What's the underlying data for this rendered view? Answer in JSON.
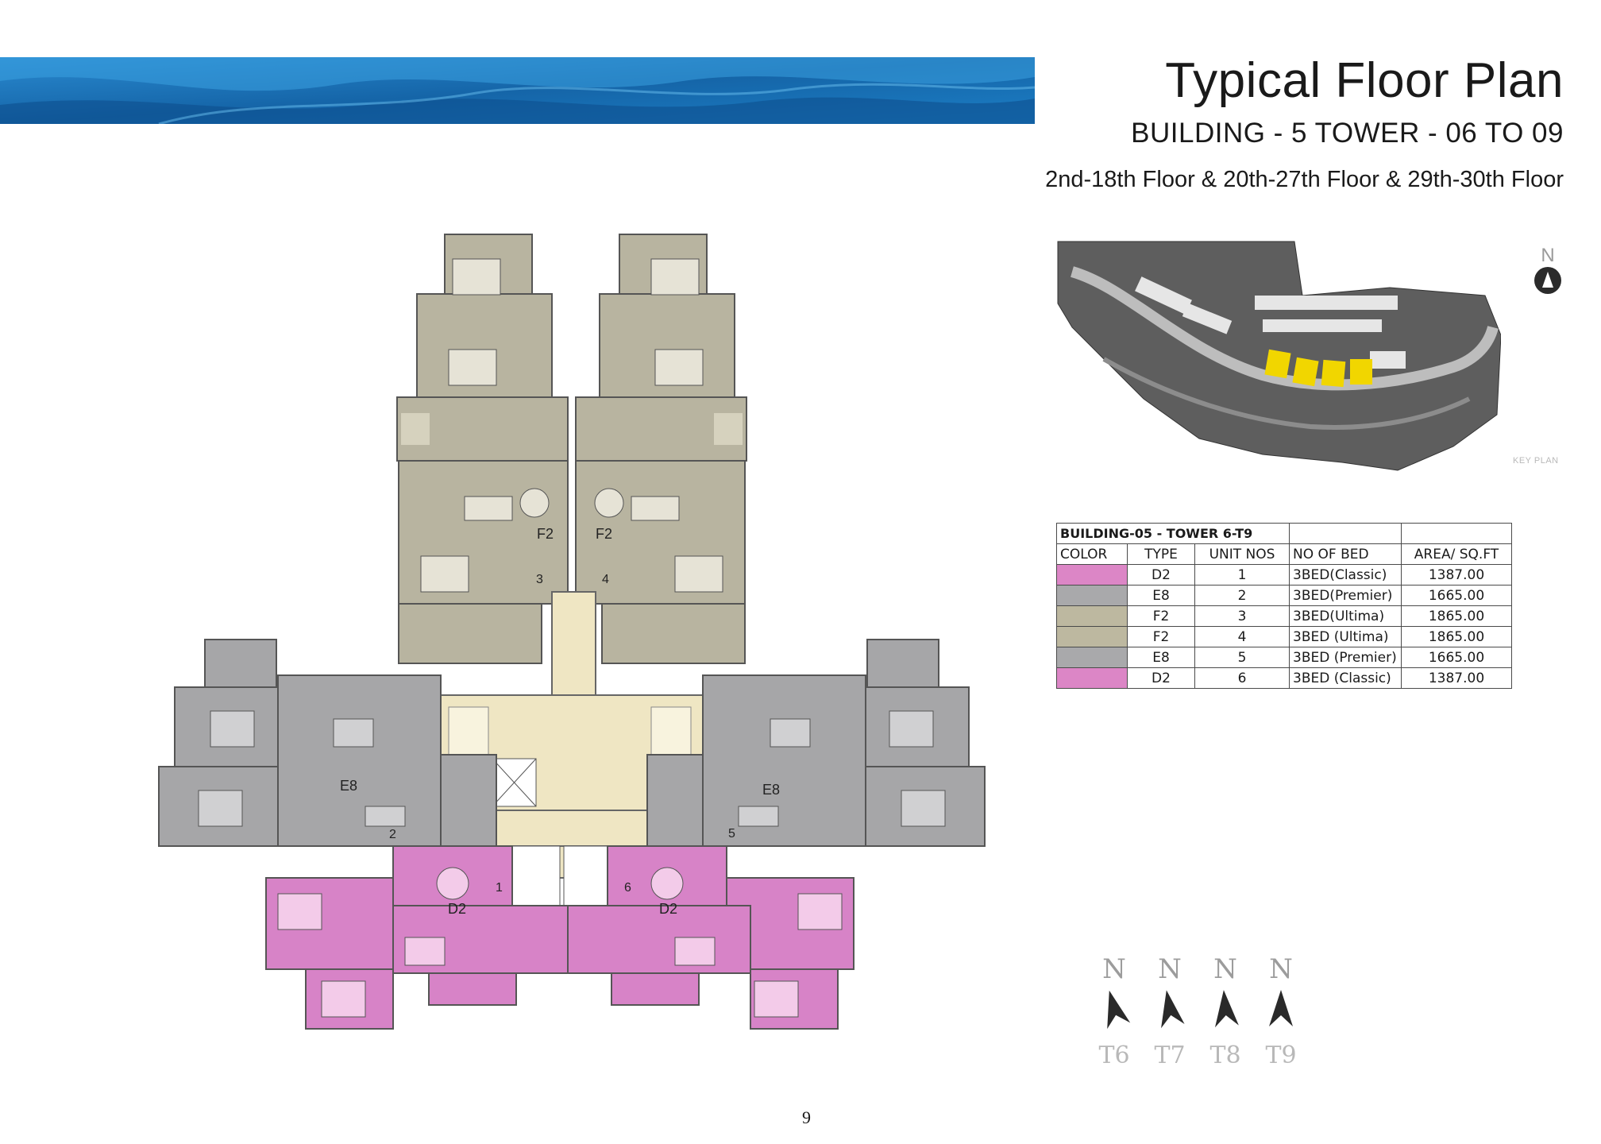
{
  "header": {
    "title": "Typical Floor Plan",
    "subtitle": "BUILDING - 5 TOWER - 06 TO 09",
    "floors": "2nd-18th Floor & 20th-27th Floor & 29th-30th Floor"
  },
  "colors": {
    "banner": "#1f73b4",
    "unit_d2": "#d783c7",
    "unit_e8": "#a6a6a8",
    "unit_f2": "#b8b4a0",
    "core": "#efe6c3",
    "highlight": "#f1d600"
  },
  "keyplan": {
    "label": "KEY PLAN",
    "north": "N"
  },
  "unit_table": {
    "caption": "BUILDING-05 - TOWER 6-T9",
    "columns": [
      "COLOR",
      "TYPE",
      "UNIT NOS",
      "NO OF BED",
      "AREA/ SQ.FT"
    ],
    "rows": [
      {
        "color": "#dc86c6",
        "type": "D2",
        "unit": "1",
        "bed": "3BED(Classic)",
        "area": "1387.00"
      },
      {
        "color": "#a9a9ab",
        "type": "E8",
        "unit": "2",
        "bed": "3BED(Premier)",
        "area": "1665.00"
      },
      {
        "color": "#bdb8a0",
        "type": "F2",
        "unit": "3",
        "bed": "3BED(Ultima)",
        "area": "1865.00"
      },
      {
        "color": "#bdb8a0",
        "type": "F2",
        "unit": "4",
        "bed": "3BED (Ultima)",
        "area": "1865.00"
      },
      {
        "color": "#a9a9ab",
        "type": "E8",
        "unit": "5",
        "bed": "3BED (Premier)",
        "area": "1665.00"
      },
      {
        "color": "#dc86c6",
        "type": "D2",
        "unit": "6",
        "bed": "3BED (Classic)",
        "area": "1387.00"
      }
    ]
  },
  "plan_labels": {
    "f2_left": "F2",
    "f2_right": "F2",
    "e8_left": "E8",
    "e8_right": "E8",
    "d2_left": "D2",
    "d2_right": "D2",
    "u1": "1",
    "u2": "2",
    "u3": "3",
    "u4": "4",
    "u5": "5",
    "u6": "6"
  },
  "compasses": [
    {
      "n": "N",
      "label": "T6"
    },
    {
      "n": "N",
      "label": "T7"
    },
    {
      "n": "N",
      "label": "T8"
    },
    {
      "n": "N",
      "label": "T9"
    }
  ],
  "page_number": "9"
}
